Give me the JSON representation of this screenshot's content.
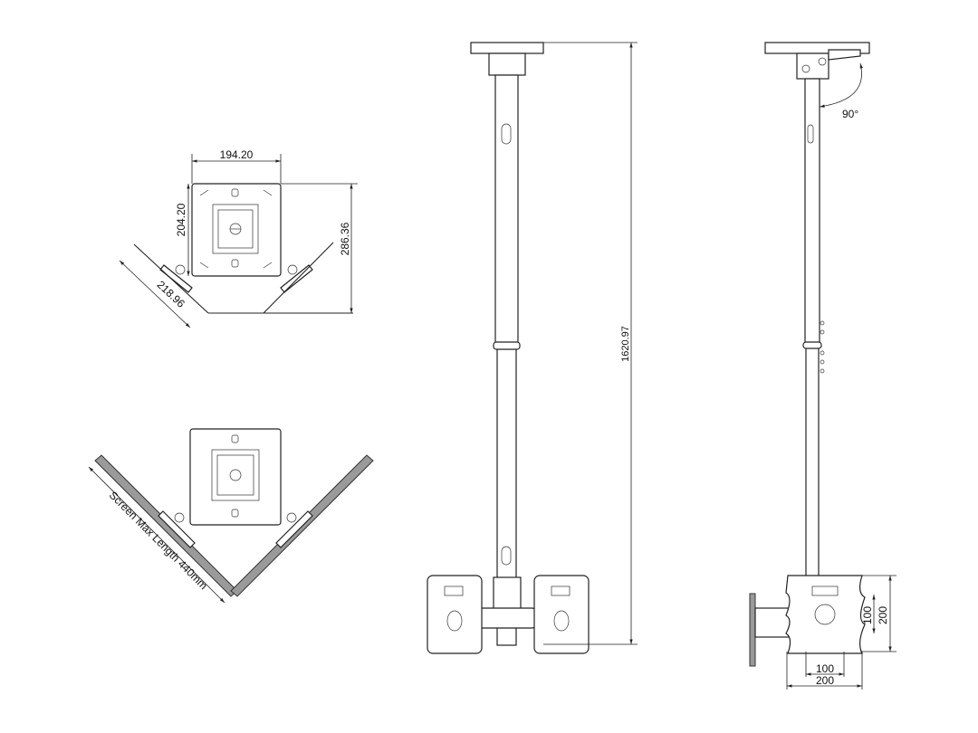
{
  "plan_view": {
    "width_dim": "194.20",
    "depth_dim": "204.20",
    "overall_dim": "286.36",
    "diagonal_dim": "218.96"
  },
  "corner_view": {
    "screen_label": "Screen Max Length 440mm"
  },
  "front_view": {
    "height_dim": "1620.97"
  },
  "side_view": {
    "tilt_label": "90°",
    "vesa_v_small": "100",
    "vesa_v_large": "200",
    "vesa_h_small": "100",
    "vesa_h_large": "200"
  }
}
